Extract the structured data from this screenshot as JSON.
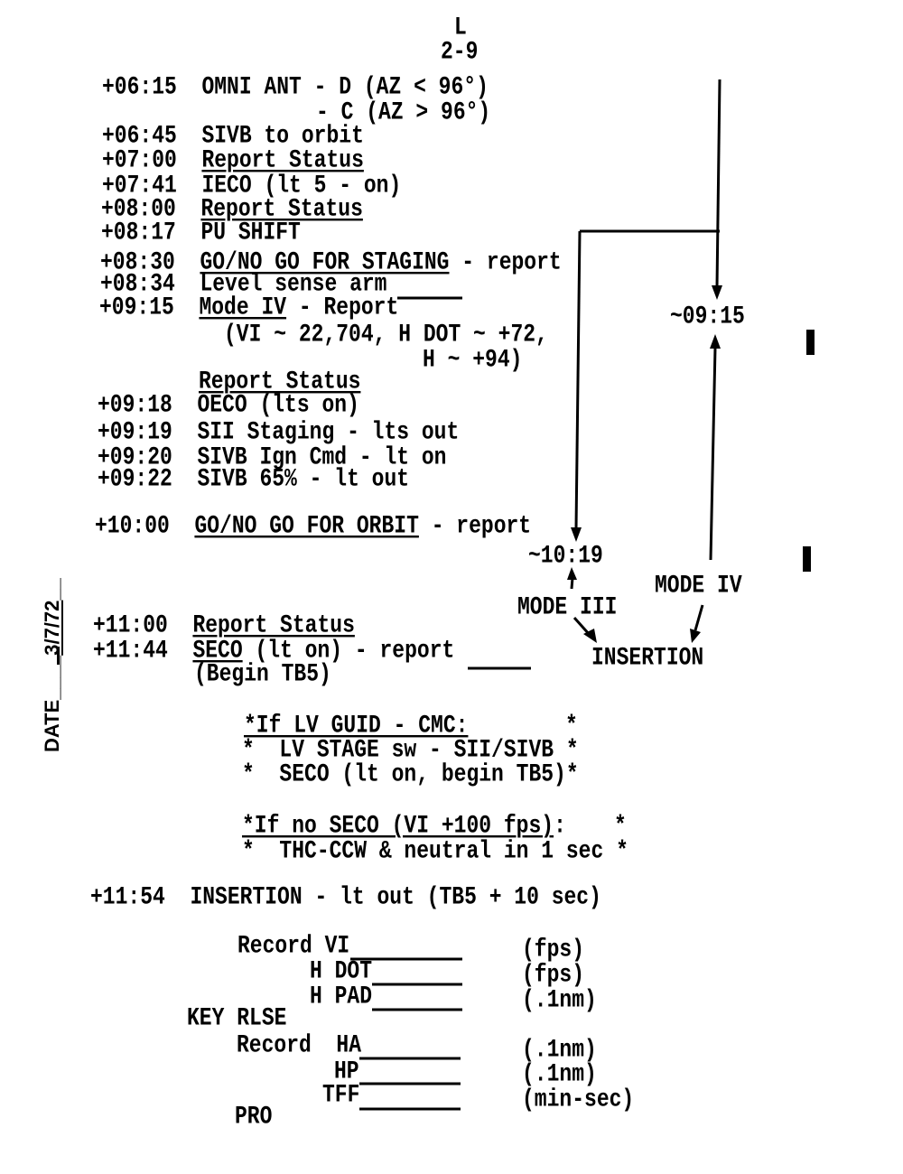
{
  "header": {
    "section": "L",
    "page": "2-9"
  },
  "entries": [
    {
      "time": "+06:15",
      "ul": "",
      "rest": "OMNI ANT - D (AZ < 96°)"
    },
    {
      "time": "",
      "ul": "",
      "rest": "- C (AZ > 96°)"
    },
    {
      "time": "+06:45",
      "ul": "",
      "rest": "SIVB to orbit"
    },
    {
      "time": "+07:00",
      "ul": "Report Status",
      "rest": ""
    },
    {
      "time": "+07:41",
      "ul": "",
      "rest": "IECO (lt 5 - on)"
    },
    {
      "time": "+08:00",
      "ul": "Report Status",
      "rest": ""
    },
    {
      "time": "+08:17",
      "ul": "",
      "rest": "PU SHIFT"
    },
    {
      "time": "+08:30",
      "ul": "GO/NO GO FOR STAGING",
      "rest": " - report"
    },
    {
      "time": "+08:34",
      "ul": "",
      "rest": "Level sense arm"
    },
    {
      "time": "+09:15",
      "ul": "Mode IV",
      "rest": " - Report"
    },
    {
      "time": "",
      "ul": "",
      "rest": "(VI ~ 22,704, H DOT ~ +72,"
    },
    {
      "time": "",
      "ul": "",
      "rest": "H ~ +94)"
    },
    {
      "time": "",
      "ul": "Report Status",
      "rest": ""
    },
    {
      "time": "+09:18",
      "ul": "",
      "rest": "OECO (lts on)"
    },
    {
      "time": "+09:19",
      "ul": "",
      "rest": "SII Staging - lts out"
    },
    {
      "time": "+09:20",
      "ul": "",
      "rest": "SIVB Ign Cmd - lt on"
    },
    {
      "time": "+09:22",
      "ul": "",
      "rest": "SIVB 65% - lt out"
    },
    {
      "time": "+10:00",
      "ul": "GO/NO GO FOR ORBIT",
      "rest": " - report"
    },
    {
      "time": "+11:00",
      "ul": "Report Status",
      "rest": ""
    },
    {
      "time": "+11:44",
      "ul": "SECO",
      "rest": " (lt on) - report"
    },
    {
      "time": "",
      "ul": "",
      "rest": "(Begin TB5)"
    },
    {
      "time": "+11:54",
      "ul": "",
      "rest": "INSERTION - lt out (TB5 + 10 sec)"
    }
  ],
  "notes": [
    {
      "ul": "*If LV GUID - CMC:",
      "rest": "",
      "star": "*"
    },
    {
      "ul": "",
      "rest": "*  LV STAGE sw - SII/SIVB *",
      "star": ""
    },
    {
      "ul": "",
      "rest": "*  SECO (lt on, begin TB5)*",
      "star": ""
    },
    {
      "ul": "*If no SECO (VI +100 fps)",
      "rest": ":",
      "star": "*"
    },
    {
      "ul": "",
      "rest": "*  THC-CCW & neutral in 1 sec *",
      "star": ""
    }
  ],
  "records": [
    {
      "label": "Record VI",
      "unit": "(fps)"
    },
    {
      "label": "H DOT",
      "unit": "(fps)"
    },
    {
      "label": "H PAD",
      "unit": "(.1nm)"
    },
    {
      "label": "KEY RLSE",
      "unit": ""
    },
    {
      "label": "Record  HA",
      "unit": "(.1nm)"
    },
    {
      "label": "HP",
      "unit": "(.1nm)"
    },
    {
      "label": "TFF",
      "unit": "(min-sec)"
    },
    {
      "label": "PRO",
      "unit": ""
    }
  ],
  "diagram": {
    "t1": "~09:15",
    "t2": "~10:19",
    "mode3": "MODE III",
    "mode4": "MODE IV",
    "insertion": "INSERTION"
  },
  "margin": {
    "date_label": "DATE",
    "date_value": "3/7/72"
  }
}
